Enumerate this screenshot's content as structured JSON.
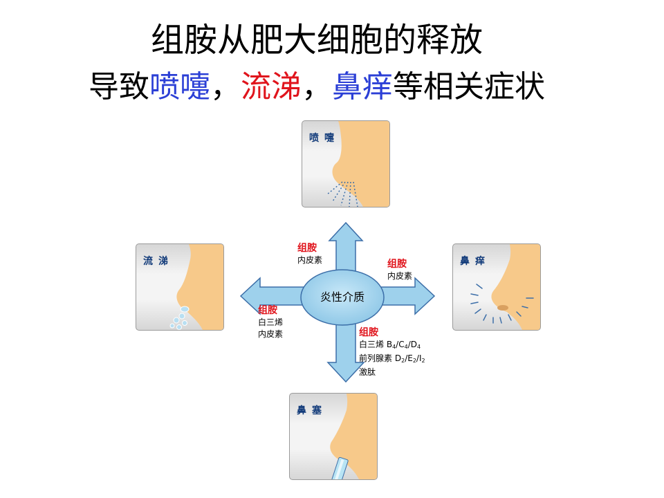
{
  "title": {
    "line1": "组胺从肥大细胞的释放",
    "line2_prefix": "导致",
    "symptom1": "喷嚏",
    "sep1": "，",
    "symptom2": "流涕",
    "sep2": "，",
    "symptom3": "鼻痒",
    "line2_suffix": "等相关症状"
  },
  "colors": {
    "blue": "#2b3fd6",
    "red": "#e0141c",
    "arrow_fill": "#9ed1ec",
    "arrow_stroke": "#3c6ea8",
    "skin": "#f7c98a",
    "panel_label": "#123b7a"
  },
  "panels": {
    "top": {
      "label": "喷嚏",
      "icon": "sneeze-nose-icon"
    },
    "left": {
      "label": "流涕",
      "icon": "runny-nose-icon"
    },
    "right": {
      "label": "鼻痒",
      "icon": "itchy-nose-icon"
    },
    "bottom": {
      "label": "鼻塞",
      "icon": "blocked-nose-icon"
    }
  },
  "center": {
    "label": "炎性介质"
  },
  "arrows": {
    "top": {
      "head": "组胺",
      "lines": [
        "内皮素"
      ]
    },
    "right": {
      "head": "组胺",
      "lines": [
        "内皮素"
      ]
    },
    "left": {
      "head": "组胺",
      "lines": [
        "白三烯",
        "内皮素"
      ]
    },
    "bottom": {
      "head": "组胺",
      "line1": "白三烯",
      "line1_mediators": [
        [
          "B",
          "4"
        ],
        [
          "C",
          "4"
        ],
        [
          "D",
          "4"
        ]
      ],
      "line2": "前列腺素",
      "line2_mediators": [
        [
          "D",
          "2"
        ],
        [
          "E",
          "2"
        ],
        [
          "I",
          "2"
        ]
      ],
      "line3": "激肽"
    }
  }
}
